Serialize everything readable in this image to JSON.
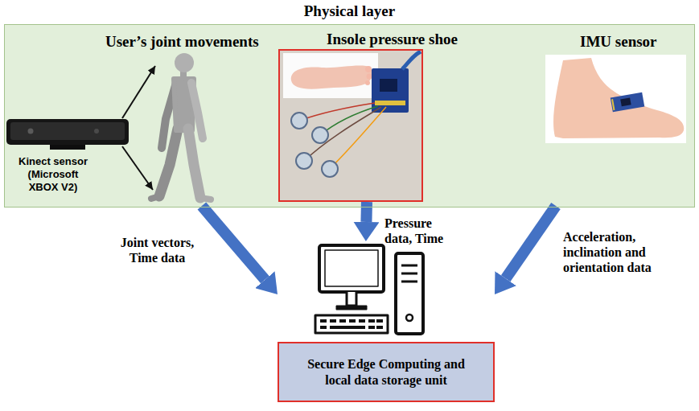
{
  "diagram": {
    "nodes": [
      {
        "text": [
          "Physical layer"
        ]
      },
      {
        "text": [
          "User’s joint movements",
          "Kinect sensor (Microsoft XBOX V2)"
        ],
        "in": 0
      },
      {
        "text": [
          "Insole pressure shoe"
        ],
        "in": 0
      },
      {
        "text": [
          "IMU sensor"
        ],
        "in": 0
      },
      {
        "text": [
          "Secure Edge Computing and local data storage unit"
        ]
      }
    ],
    "edges": [
      {
        "from": 1,
        "to": 4,
        "arrow": "to",
        "label": "Joint vectors, Time data"
      },
      {
        "from": 2,
        "to": 4,
        "arrow": "to",
        "label": "Pressure data, Time"
      },
      {
        "from": 3,
        "to": 4,
        "arrow": "to",
        "label": "Acceleration, inclination and orientation data"
      }
    ]
  }
}
